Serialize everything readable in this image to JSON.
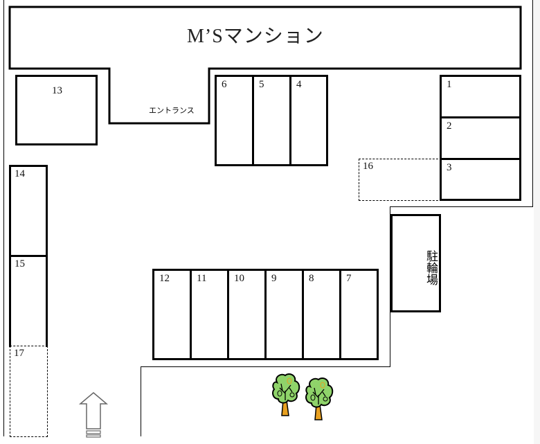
{
  "map": {
    "title": "M’Sマンション",
    "entrance_label": "エントランス",
    "bicycle_parking_label": "駐輪場",
    "parking_spots": {
      "1": "1",
      "2": "2",
      "3": "3",
      "4": "4",
      "5": "5",
      "6": "6",
      "7": "7",
      "8": "8",
      "9": "9",
      "10": "10",
      "11": "11",
      "12": "12",
      "13": "13",
      "14": "14",
      "15": "15",
      "16": "16",
      "17": "17"
    },
    "dashed_spots": [
      "16",
      "17"
    ],
    "icons": {
      "entry_arrow": "up-arrow-icon",
      "trees": [
        "tree-icon",
        "tree-icon"
      ]
    },
    "colors": {
      "line": "#000000",
      "tree_foliage": "#8fd36a",
      "tree_trunk": "#e8a020",
      "arrow": "#666666",
      "background": "#ffffff"
    }
  }
}
